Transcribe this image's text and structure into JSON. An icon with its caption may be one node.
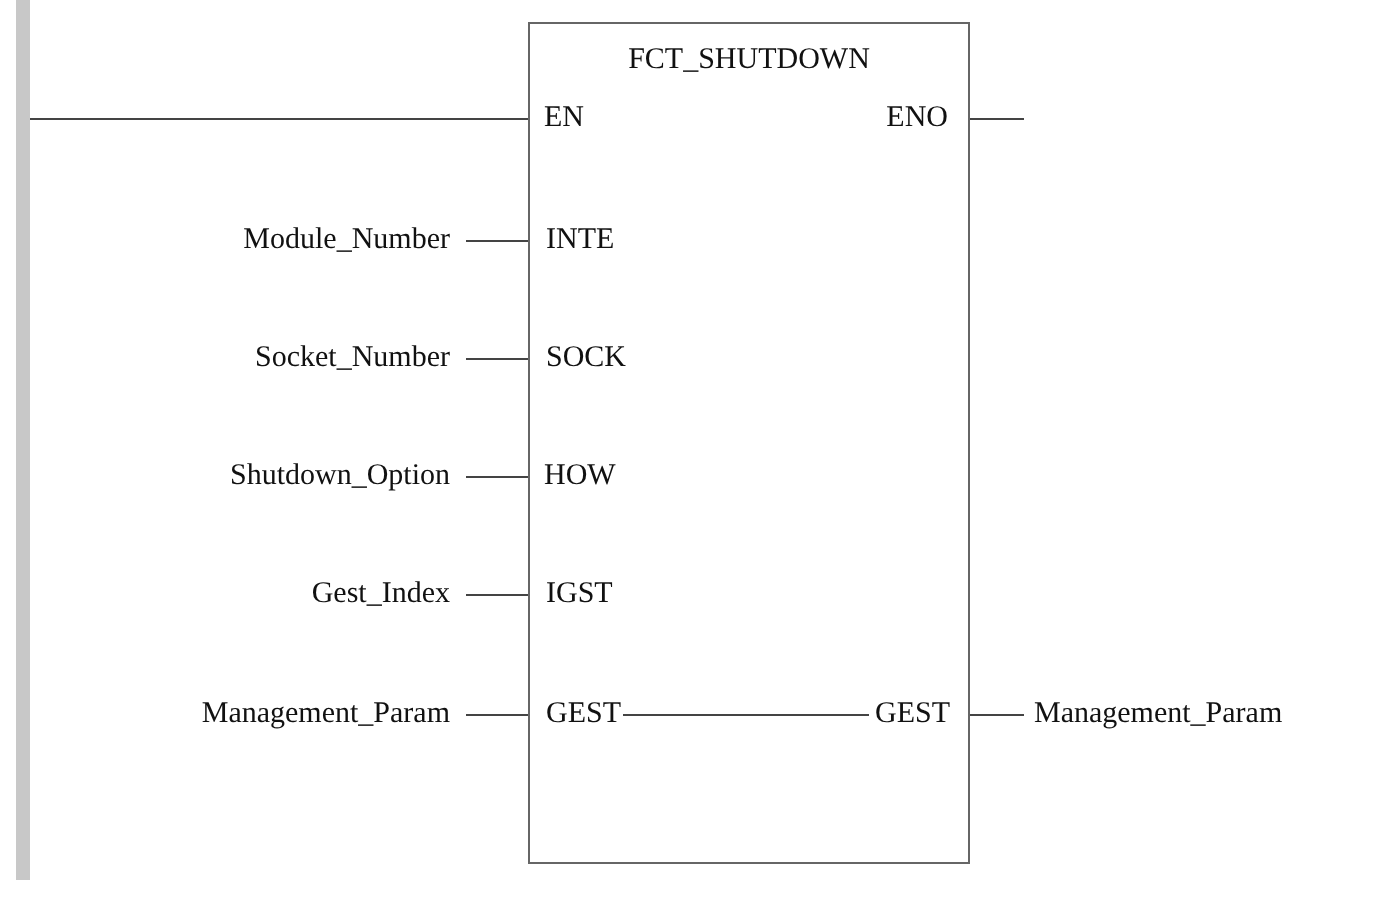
{
  "diagram": {
    "nodes": [
      {
        "text": [],
        "shape": "bar"
      },
      {
        "text": [
          "FCT_SHUTDOWN"
        ]
      },
      {
        "text": [
          "EN"
        ],
        "in": 1
      },
      {
        "text": [
          "ENO"
        ],
        "in": 1
      },
      {
        "text": [
          "Module_Number"
        ]
      },
      {
        "text": [
          "INTE"
        ],
        "in": 1
      },
      {
        "text": [
          "Socket_Number"
        ]
      },
      {
        "text": [
          "SOCK"
        ],
        "in": 1
      },
      {
        "text": [
          "Shutdown_Option"
        ]
      },
      {
        "text": [
          "HOW"
        ],
        "in": 1
      },
      {
        "text": [
          "Gest_Index"
        ]
      },
      {
        "text": [
          "IGST"
        ],
        "in": 1
      },
      {
        "text": [
          "Management_Param"
        ]
      },
      {
        "text": [
          "GEST"
        ],
        "in": 1
      },
      {
        "text": [
          "GEST"
        ],
        "in": 1
      },
      {
        "text": [
          "Management_Param"
        ]
      }
    ],
    "edges": [
      {
        "from": 0,
        "to": 2,
        "arrow": "none"
      },
      {
        "from": 3,
        "to": null,
        "arrow": "none"
      },
      {
        "from": 4,
        "to": 5,
        "arrow": "none"
      },
      {
        "from": 6,
        "to": 7,
        "arrow": "none"
      },
      {
        "from": 8,
        "to": 9,
        "arrow": "none"
      },
      {
        "from": 10,
        "to": 11,
        "arrow": "none"
      },
      {
        "from": 12,
        "to": 13,
        "arrow": "none"
      },
      {
        "from": 13,
        "to": 14,
        "arrow": "none"
      },
      {
        "from": 14,
        "to": 15,
        "arrow": "none"
      }
    ]
  }
}
